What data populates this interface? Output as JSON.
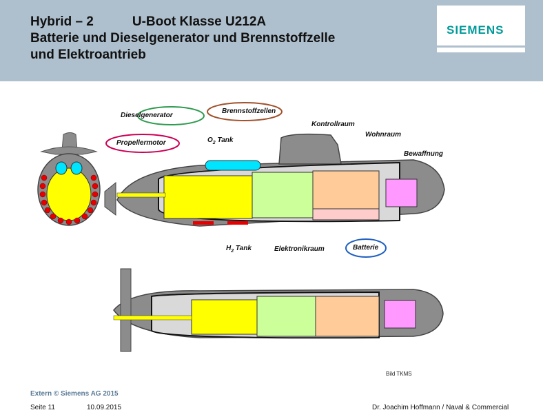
{
  "header": {
    "title_left": "Hybrid – 2",
    "title_right": "U-Boot Klasse U212A",
    "line2": "Batterie und Dieselgenerator und Brennstoffzelle",
    "line3": "und Elektroantrieb",
    "logo": "SIEMENS"
  },
  "figure": {
    "labels": {
      "dieselgenerator": "Dieselgenerator",
      "brennstoffzellen": "Brennstoffzellen",
      "kontrollraum": "Kontrollraum",
      "wohnraum": "Wohnraum",
      "bewaffnung": "Bewaffnung",
      "propellermotor": "Propellermotor",
      "o2_tank_main": "O",
      "o2_tank_sub": "2",
      "o2_tank_rest": " Tank",
      "h2_tank_main": "H",
      "h2_tank_sub": "2",
      "h2_tank_rest": " Tank",
      "elektronikraum": "Elektronikraum",
      "batterie": "Batterie"
    },
    "credit": "Bild TKMS",
    "colors": {
      "hull": "#8c8c8c",
      "yellow": "#ffff00",
      "green": "#ccff99",
      "orange": "#ffcc99",
      "pink": "#ff99ff",
      "cyan": "#00e5ff",
      "red": "#e60000",
      "ring_green": "#2e9b4e",
      "ring_brown": "#a0522d",
      "ring_magenta": "#cc0055",
      "ring_blue": "#1f5fc0"
    }
  },
  "footer": {
    "copyright": "Extern © Siemens AG 2015",
    "page": "Seite 11",
    "date": "10.09.2015",
    "author": "Dr. Joachim Hoffmann / Naval & Commercial"
  }
}
